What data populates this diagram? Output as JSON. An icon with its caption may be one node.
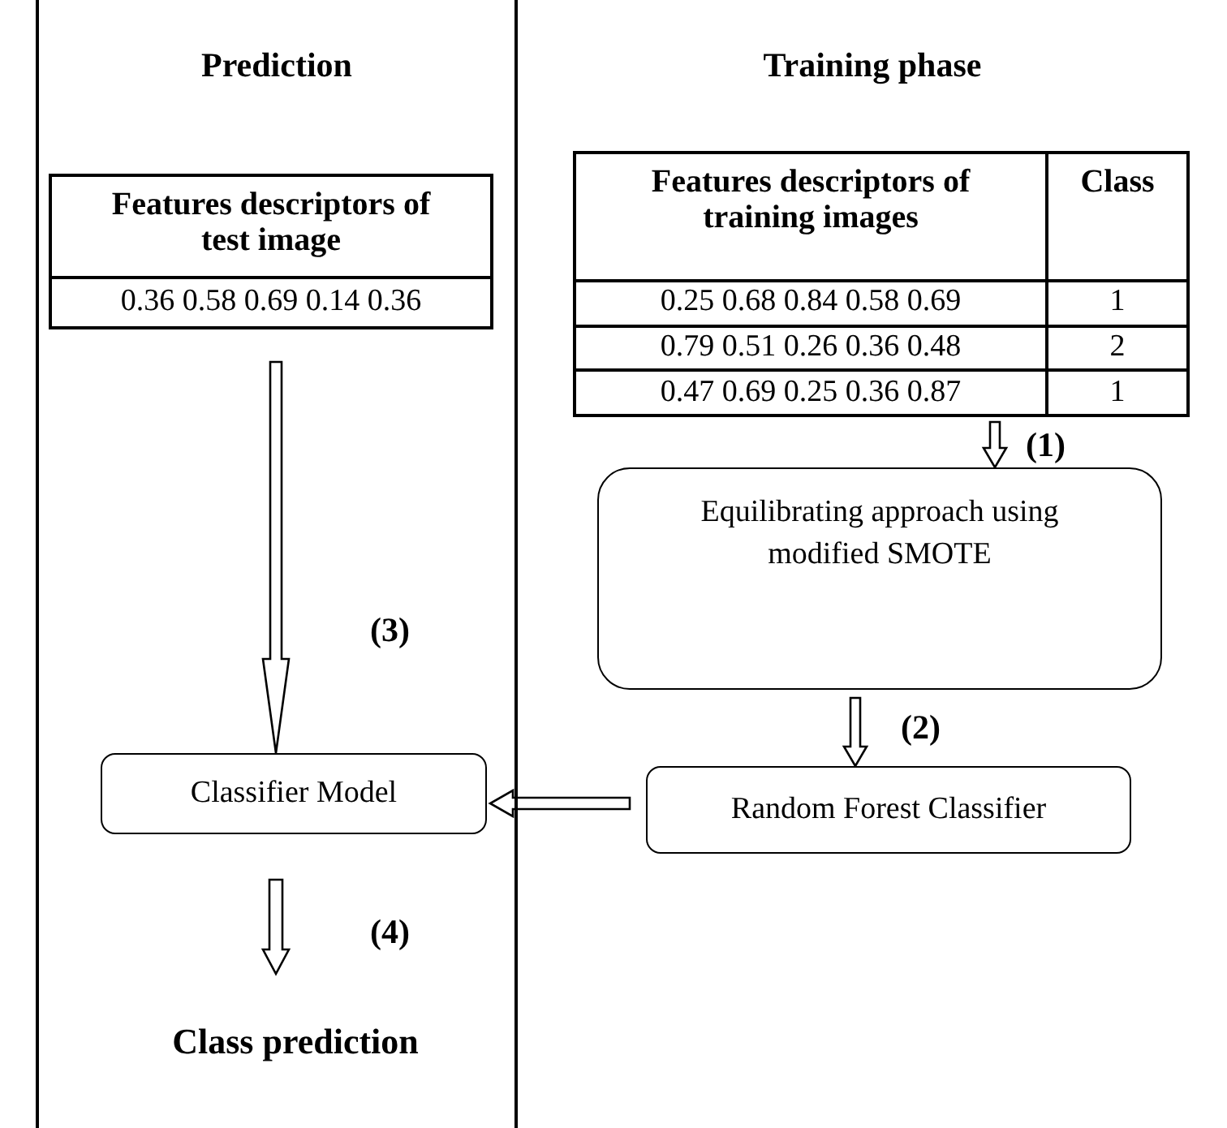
{
  "diagram": {
    "nodes": [
      {
        "text": [
          "Prediction"
        ]
      },
      {
        "text": [
          "Training phase"
        ]
      },
      {
        "text": [
          "Features descriptors of test image",
          "0.36 0.58 0.69 0.14 0.36"
        ],
        "in": 0
      },
      {
        "text": [
          "Features descriptors of training images",
          "Class",
          "0.25 0.68 0.84 0.58 0.69",
          "1",
          "0.79 0.51 0.26 0.36 0.48",
          "2",
          "0.47 0.69 0.25 0.36 0.87",
          "1"
        ],
        "in": 1
      },
      {
        "text": [
          "Equilibrating approach using modified SMOTE"
        ],
        "in": 1
      },
      {
        "text": [
          "Random Forest Classifier"
        ],
        "in": 1
      },
      {
        "text": [
          "Classifier Model"
        ],
        "in": 0
      },
      {
        "text": [
          "Class prediction"
        ],
        "in": 0
      }
    ],
    "edges": [
      {
        "from": 3,
        "to": 4,
        "arrow": "to",
        "label": "(1)"
      },
      {
        "from": 4,
        "to": 5,
        "arrow": "to",
        "label": "(2)"
      },
      {
        "from": 2,
        "to": 6,
        "arrow": "to",
        "label": "(3)"
      },
      {
        "from": 5,
        "to": 6,
        "arrow": "to"
      },
      {
        "from": 6,
        "to": 7,
        "arrow": "to",
        "label": "(4)"
      }
    ]
  }
}
